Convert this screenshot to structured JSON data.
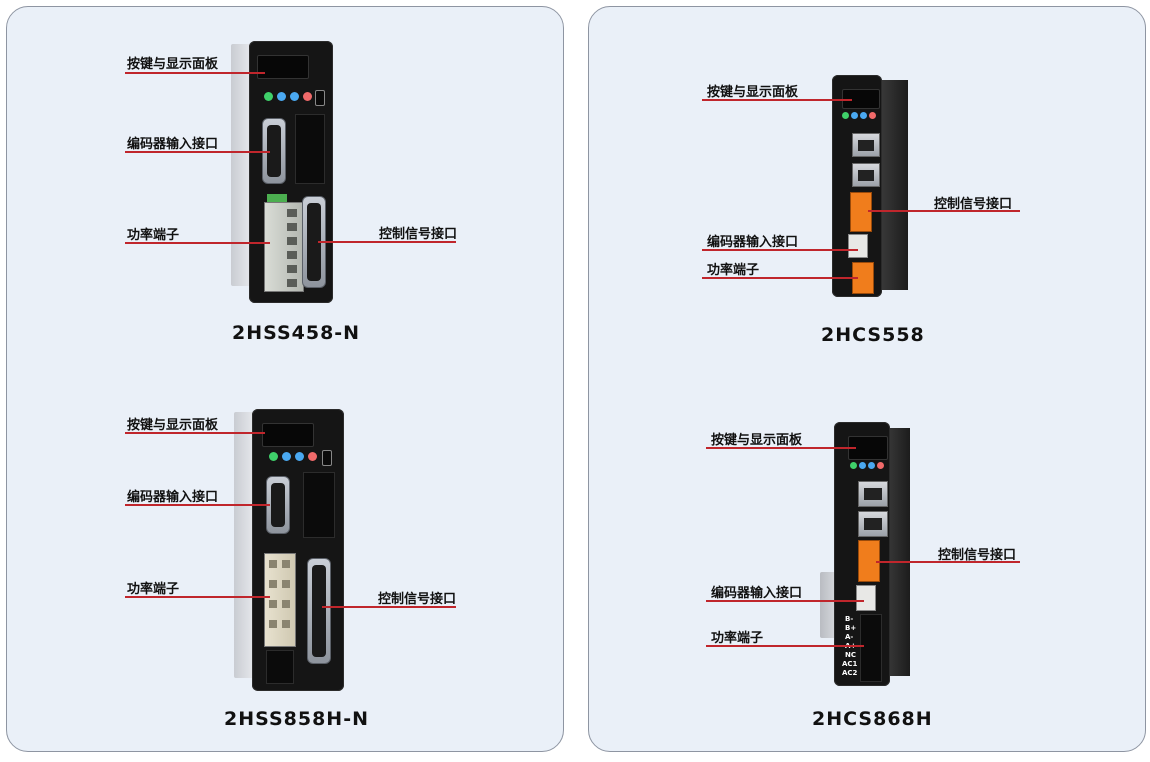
{
  "labels": {
    "keypad": "按键与显示面板",
    "encoder": "编码器输入接口",
    "power": "功率端子",
    "control": "控制信号接口"
  },
  "models": {
    "m1": "2HSS458-N",
    "m2": "2HSS858H-N",
    "m3": "2HCS558",
    "m4": "2HCS868H"
  },
  "terminal_labels": [
    "B-",
    "B+",
    "A-",
    "A+",
    "NC",
    "AC1",
    "AC2"
  ],
  "colors": {
    "panel_bg": "#eaf0f8",
    "panel_border": "#8e95a2",
    "leader_line": "#c0262c",
    "device_body": "#151515",
    "orange_connector": "#f07d1c"
  }
}
